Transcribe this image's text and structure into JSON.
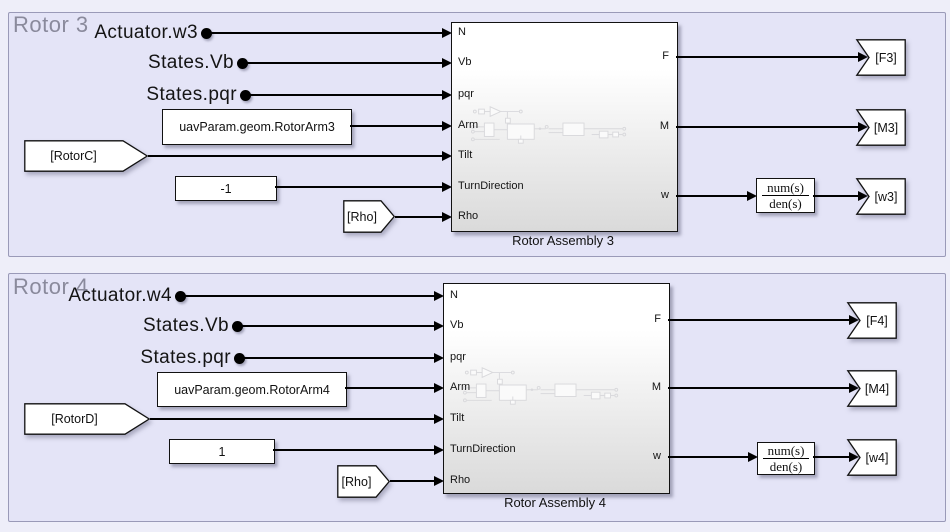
{
  "diagram": {
    "colors": {
      "canvas": "#eeeef9",
      "area_fill": "#e4e4f7",
      "area_border": "#9a9ab8",
      "area_label_gray": "#8a8a9c",
      "wire": "#000000",
      "block_fill_top": "#ffffff",
      "block_fill_bottom": "#dadada"
    },
    "areas": [
      {
        "label": "Rotor 3",
        "signal_labels": [
          "Actuator.w3",
          "States.Vb",
          "States.pqr"
        ],
        "param_constant": "uavParam.geom.RotorArm3",
        "rotor_from_tag": "[RotorC]",
        "turn_direction_constant": "-1",
        "rho_from_tag": "[Rho]",
        "subsystem": {
          "name": "Rotor Assembly 3",
          "inputs": [
            "N",
            "Vb",
            "pqr",
            "Arm",
            "Tilt",
            "TurnDirection",
            "Rho"
          ],
          "outputs": [
            "F",
            "M",
            "w"
          ]
        },
        "transfer_fcn": {
          "num": "num(s)",
          "den": "den(s)"
        },
        "goto_tags": [
          "[F3]",
          "[M3]",
          "[w3]"
        ]
      },
      {
        "label": "Rotor 4",
        "signal_labels": [
          "Actuator.w4",
          "States.Vb",
          "States.pqr"
        ],
        "param_constant": "uavParam.geom.RotorArm4",
        "rotor_from_tag": "[RotorD]",
        "turn_direction_constant": "1",
        "rho_from_tag": "[Rho]",
        "subsystem": {
          "name": "Rotor Assembly 4",
          "inputs": [
            "N",
            "Vb",
            "pqr",
            "Arm",
            "Tilt",
            "TurnDirection",
            "Rho"
          ],
          "outputs": [
            "F",
            "M",
            "w"
          ]
        },
        "transfer_fcn": {
          "num": "num(s)",
          "den": "den(s)"
        },
        "goto_tags": [
          "[F4]",
          "[M4]",
          "[w4]"
        ]
      }
    ]
  }
}
